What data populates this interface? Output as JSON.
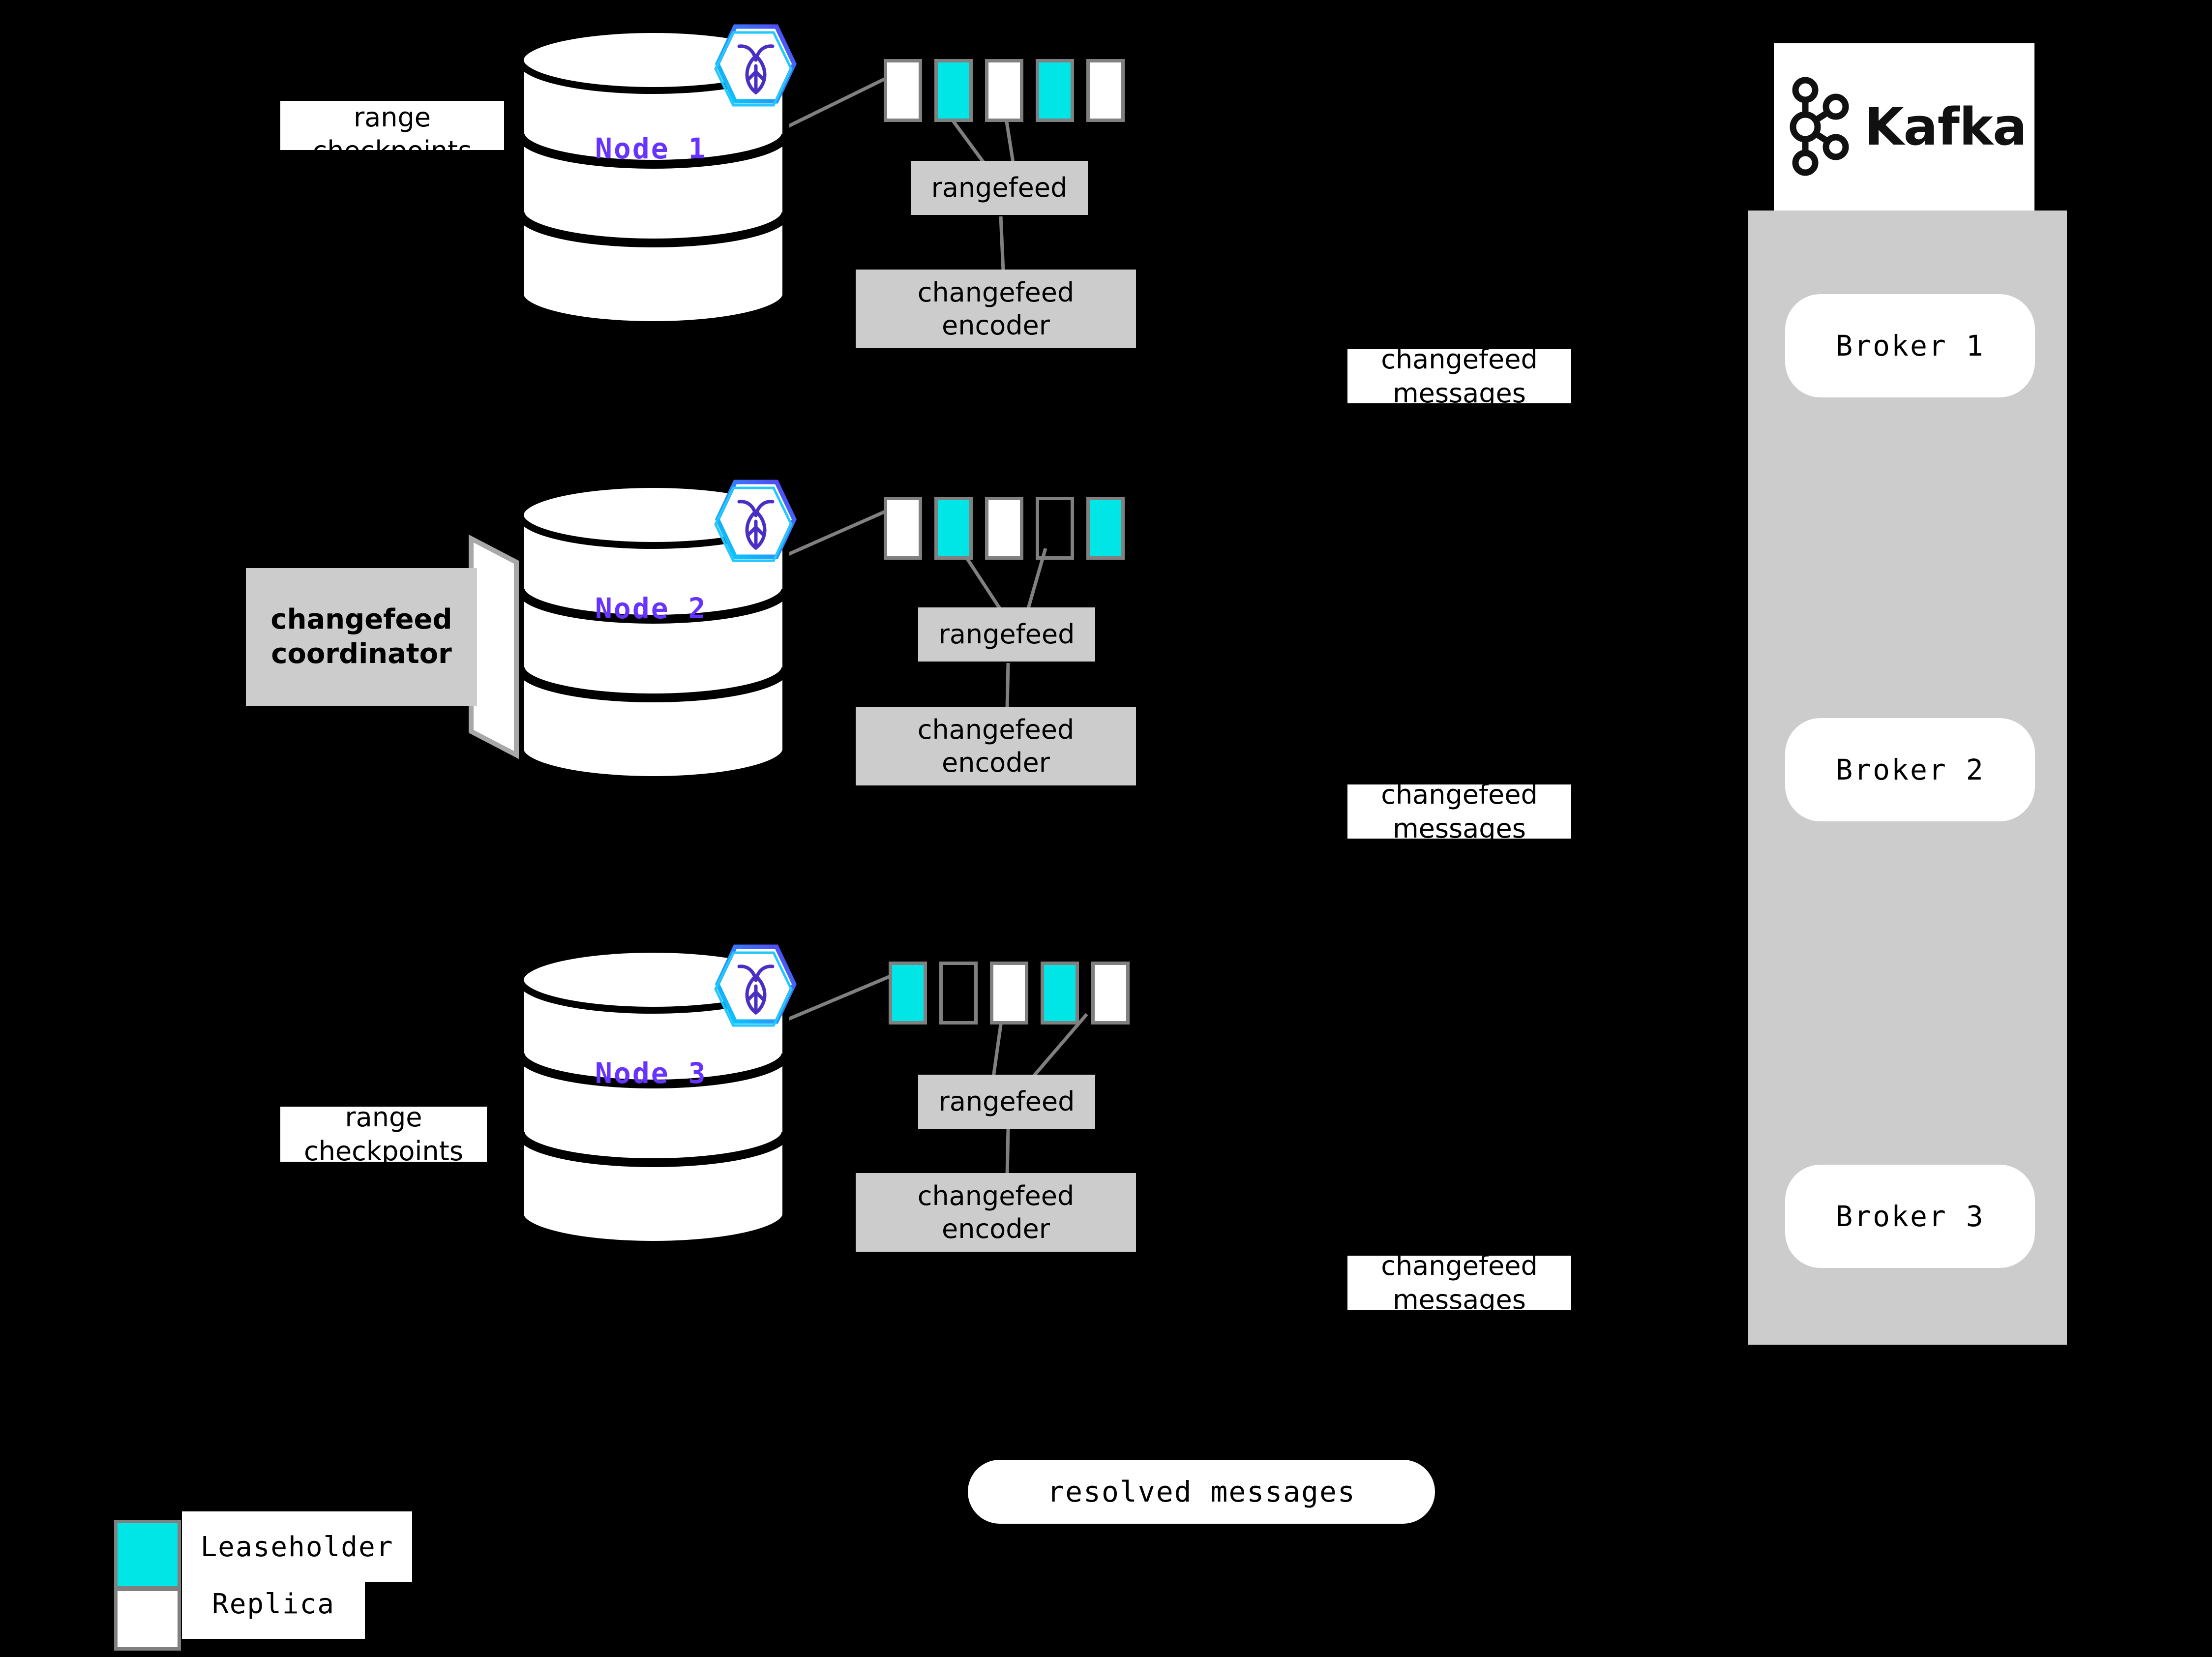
{
  "background_color": "#000000",
  "accent_colors": {
    "leaseholder": "#00e5e5",
    "replica": "#ffffff",
    "node_label": "#6633ff",
    "process_box": "#cccccc",
    "panel": "#cccccc",
    "connector": "#808080"
  },
  "nodes": [
    {
      "id": "node-1",
      "label": "Node 1",
      "logo_name": "cockroachdb-logo",
      "ranges": [
        {
          "kind": "replica"
        },
        {
          "kind": "leaseholder"
        },
        {
          "kind": "replica"
        },
        {
          "kind": "leaseholder"
        },
        {
          "kind": "replica"
        }
      ],
      "rangefeed_label": "rangefeed",
      "encoder_label": "changefeed\nencoder",
      "encoder_line1": "changefeed",
      "encoder_line2": "encoder"
    },
    {
      "id": "node-2",
      "label": "Node 2",
      "logo_name": "cockroachdb-logo",
      "ranges": [
        {
          "kind": "replica"
        },
        {
          "kind": "leaseholder"
        },
        {
          "kind": "replica"
        },
        {
          "kind": "empty"
        },
        {
          "kind": "leaseholder"
        }
      ],
      "rangefeed_label": "rangefeed",
      "encoder_line1": "changefeed",
      "encoder_line2": "encoder"
    },
    {
      "id": "node-3",
      "label": "Node 3",
      "logo_name": "cockroachdb-logo",
      "ranges": [
        {
          "kind": "leaseholder"
        },
        {
          "kind": "empty"
        },
        {
          "kind": "replica"
        },
        {
          "kind": "leaseholder"
        },
        {
          "kind": "replica"
        }
      ],
      "rangefeed_label": "rangefeed",
      "encoder_line1": "changefeed",
      "encoder_line2": "encoder"
    }
  ],
  "annotations": {
    "range_checkpoints_top_line1": "range",
    "range_checkpoints_top_line2": "checkpoints",
    "range_checkpoints_bottom_line1": "range",
    "range_checkpoints_bottom_line2": "checkpoints",
    "coordinator_line1": "changefeed",
    "coordinator_line2": "coordinator",
    "changefeed_messages_1_line1": "changefeed",
    "changefeed_messages_1_line2": "messages",
    "changefeed_messages_2_line1": "changefeed",
    "changefeed_messages_2_line2": "messages",
    "changefeed_messages_3_line1": "changefeed",
    "changefeed_messages_3_line2": "messages",
    "resolved_messages": "resolved messages"
  },
  "kafka": {
    "logo_text": "Kafka",
    "logo_icon_name": "kafka-node-graph-icon",
    "brokers": [
      "Broker 1",
      "Broker 2",
      "Broker 3"
    ]
  },
  "legend": {
    "items": [
      {
        "swatch": "leaseholder",
        "label": "Leaseholder"
      },
      {
        "swatch": "replica",
        "label": "Replica"
      }
    ]
  }
}
